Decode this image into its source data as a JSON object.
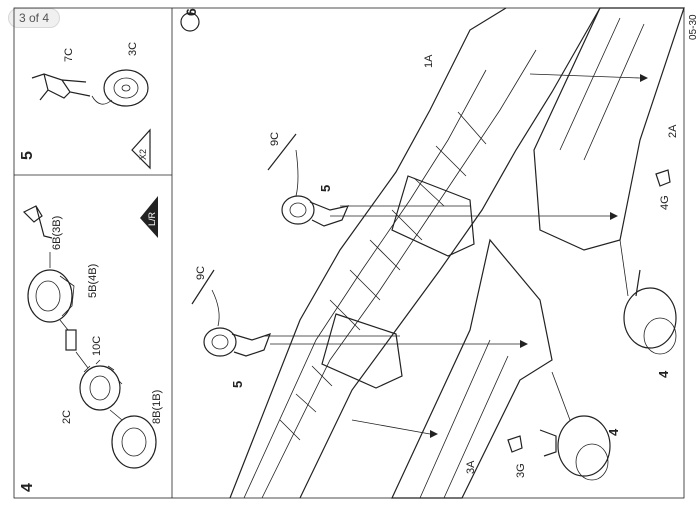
{
  "viewer": {
    "page_counter": "3 of 4"
  },
  "sheet": {
    "code": "05-30",
    "steps": [
      {
        "number": "5",
        "labels": [
          "7C",
          "3C"
        ],
        "marker": "X2"
      },
      {
        "number": "4",
        "labels": [
          "6B(3B)",
          "5B(4B)",
          "10C",
          "2C",
          "8B(1B)"
        ],
        "marker": "L/R"
      },
      {
        "number": "6",
        "labels": [
          "1A",
          "2A",
          "3A",
          "4G",
          "3G",
          "9C",
          "9C",
          "5",
          "5",
          "4",
          "4"
        ]
      }
    ]
  }
}
